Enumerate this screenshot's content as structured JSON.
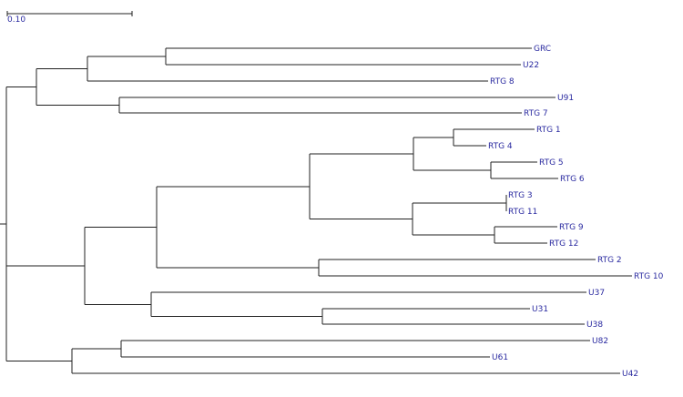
{
  "scale_bar": {
    "label": "0.10"
  },
  "colors": {
    "branch": "#222222",
    "label": "#2a2aa0"
  },
  "tree": {
    "name": "root",
    "children": [
      {
        "name": "clade-a",
        "children": [
          {
            "name": "clade-a1",
            "children": [
              {
                "name": "clade-a1a",
                "children": [
                  {
                    "label": "GRC"
                  },
                  {
                    "label": "U22"
                  }
                ]
              },
              {
                "label": "RTG 8"
              }
            ]
          },
          {
            "name": "clade-a2",
            "children": [
              {
                "label": "U91"
              },
              {
                "label": "RTG 7"
              }
            ]
          }
        ]
      },
      {
        "name": "clade-b",
        "children": [
          {
            "name": "clade-b1",
            "children": [
              {
                "name": "clade-b1a",
                "children": [
                  {
                    "name": "clade-b1a1",
                    "children": [
                      {
                        "name": "clade-b1a1a",
                        "children": [
                          {
                            "label": "RTG 1"
                          },
                          {
                            "label": "RTG 4"
                          }
                        ]
                      },
                      {
                        "name": "clade-b1a1b",
                        "children": [
                          {
                            "label": "RTG 5"
                          },
                          {
                            "label": "RTG 6"
                          }
                        ]
                      }
                    ]
                  },
                  {
                    "name": "clade-b1a2",
                    "children": [
                      {
                        "name": "clade-b1a2a",
                        "children": [
                          {
                            "label": "RTG 3"
                          },
                          {
                            "label": "RTG 11"
                          }
                        ]
                      },
                      {
                        "name": "clade-b1a2b",
                        "children": [
                          {
                            "label": "RTG 9"
                          },
                          {
                            "label": "RTG 12"
                          }
                        ]
                      }
                    ]
                  }
                ]
              },
              {
                "name": "clade-b1b",
                "children": [
                  {
                    "label": "RTG 2"
                  },
                  {
                    "label": "RTG 10"
                  }
                ]
              }
            ]
          },
          {
            "name": "clade-b2",
            "children": [
              {
                "label": "U37"
              },
              {
                "name": "clade-b2a",
                "children": [
                  {
                    "label": "U31"
                  },
                  {
                    "label": "U38"
                  }
                ]
              }
            ]
          }
        ]
      },
      {
        "name": "clade-c",
        "children": [
          {
            "name": "clade-c1",
            "children": [
              {
                "label": "U82"
              },
              {
                "label": "U61"
              }
            ]
          },
          {
            "label": "U42"
          }
        ]
      }
    ]
  }
}
